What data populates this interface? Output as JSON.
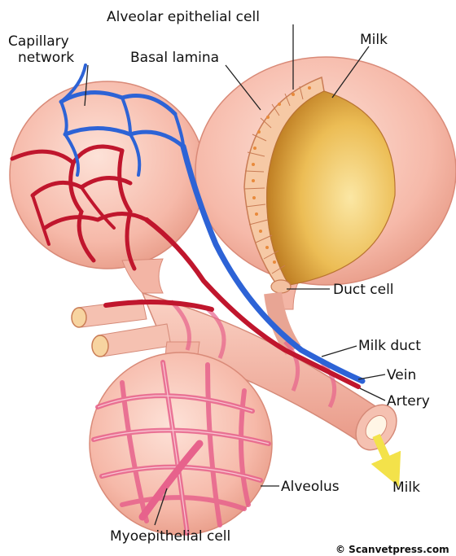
{
  "labels": {
    "capillary_network_line1": "Capillary",
    "capillary_network_line2": "network",
    "alveolar_epithelial_cell": "Alveolar epithelial cell",
    "basal_lamina": "Basal lamina",
    "milk_top": "Milk",
    "duct_cell": "Duct cell",
    "milk_duct": "Milk duct",
    "vein": "Vein",
    "artery": "Artery",
    "milk_bottom": "Milk",
    "alveolus": "Alveolus",
    "myoepithelial_cell": "Myoepithelial cell"
  },
  "credit": "© Scanvetpress.com",
  "colors": {
    "tissue": "#f6b9a9",
    "tissue_dark": "#e7897a",
    "vein": "#2d63d6",
    "artery": "#c0162d",
    "milk": "#e6a73a",
    "myoepithelial": "#e7628c",
    "milk_flow": "#f3e24a"
  }
}
